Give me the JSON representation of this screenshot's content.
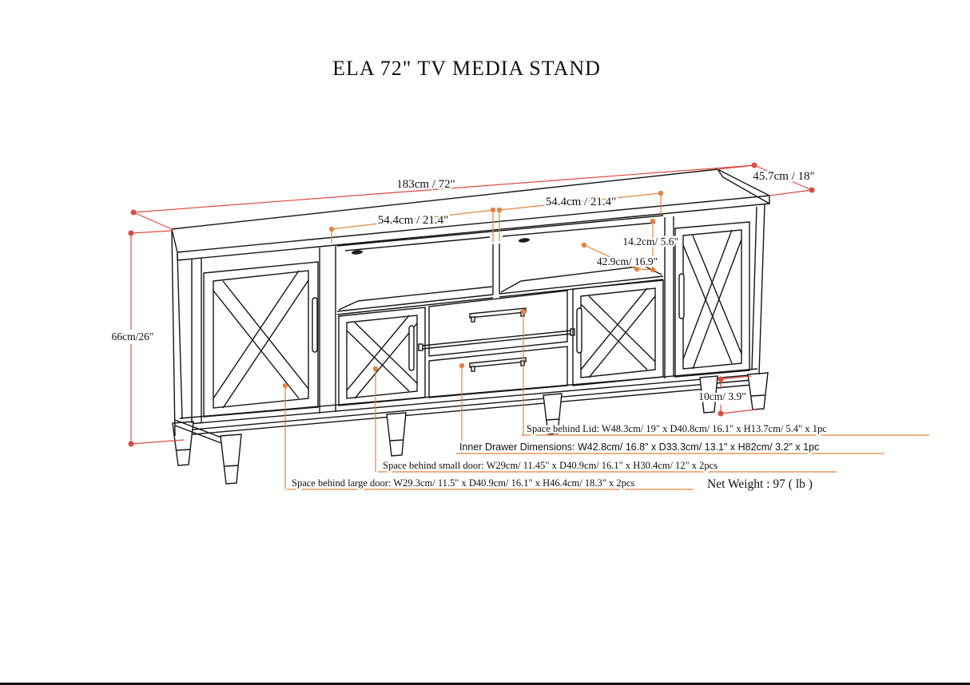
{
  "title": "ELA 72\" TV MEDIA STAND",
  "net_weight_label": "Net Weight : 97 ( lb )",
  "colors": {
    "dimension_red": "#e04a40",
    "dimension_orange": "#e5823e",
    "line_black": "#151515"
  },
  "dimension_labels": {
    "overall_width": "183cm / 72\"",
    "overall_depth": "45.7cm / 18\"",
    "overall_height": "66cm/26\"",
    "left_shelf_width": "54.4cm / 21.4\"",
    "right_shelf_width": "54.4cm / 21.4\"",
    "shelf_opening_height": "14.2cm/ 5.6\"",
    "shelf_depth": "42.9cm/ 16.9\"",
    "leg_height": "10cm/ 3.9\""
  },
  "callouts": {
    "space_behind_lid": "Space behind Lid: W48.3cm/ 19\" x D40.8cm/ 16.1\" x H13.7cm/ 5.4\" x 1pc",
    "inner_drawer_dimensions": "Inner Drawer Dimensions: W42.8cm/ 16.8\" x D33.3cm/ 13.1\" x H82cm/ 3.2\" x 1pc",
    "space_behind_small_door": "Space behind small door: W29cm/ 11.45\" x D40.9cm/ 16.1\" x H30.4cm/ 12\" x 2pcs",
    "space_behind_large_door": "Space behind large door: W29.3cm/ 11.5\" x D40.9cm/ 16.1\" x H46.4cm/ 18.3\" x 2pcs"
  }
}
